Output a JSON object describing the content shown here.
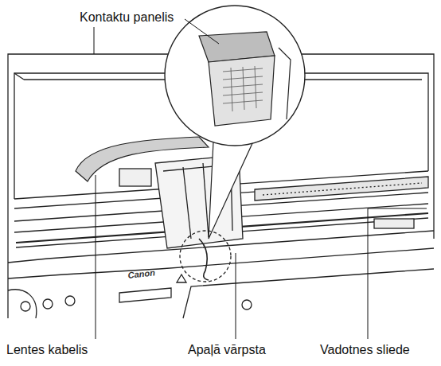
{
  "diagram": {
    "labels": [
      "Kontaktu panelis",
      "Canon",
      "Lentes kabelis",
      "Apaļā vārpsta",
      "Vadotnes sliede"
    ]
  }
}
